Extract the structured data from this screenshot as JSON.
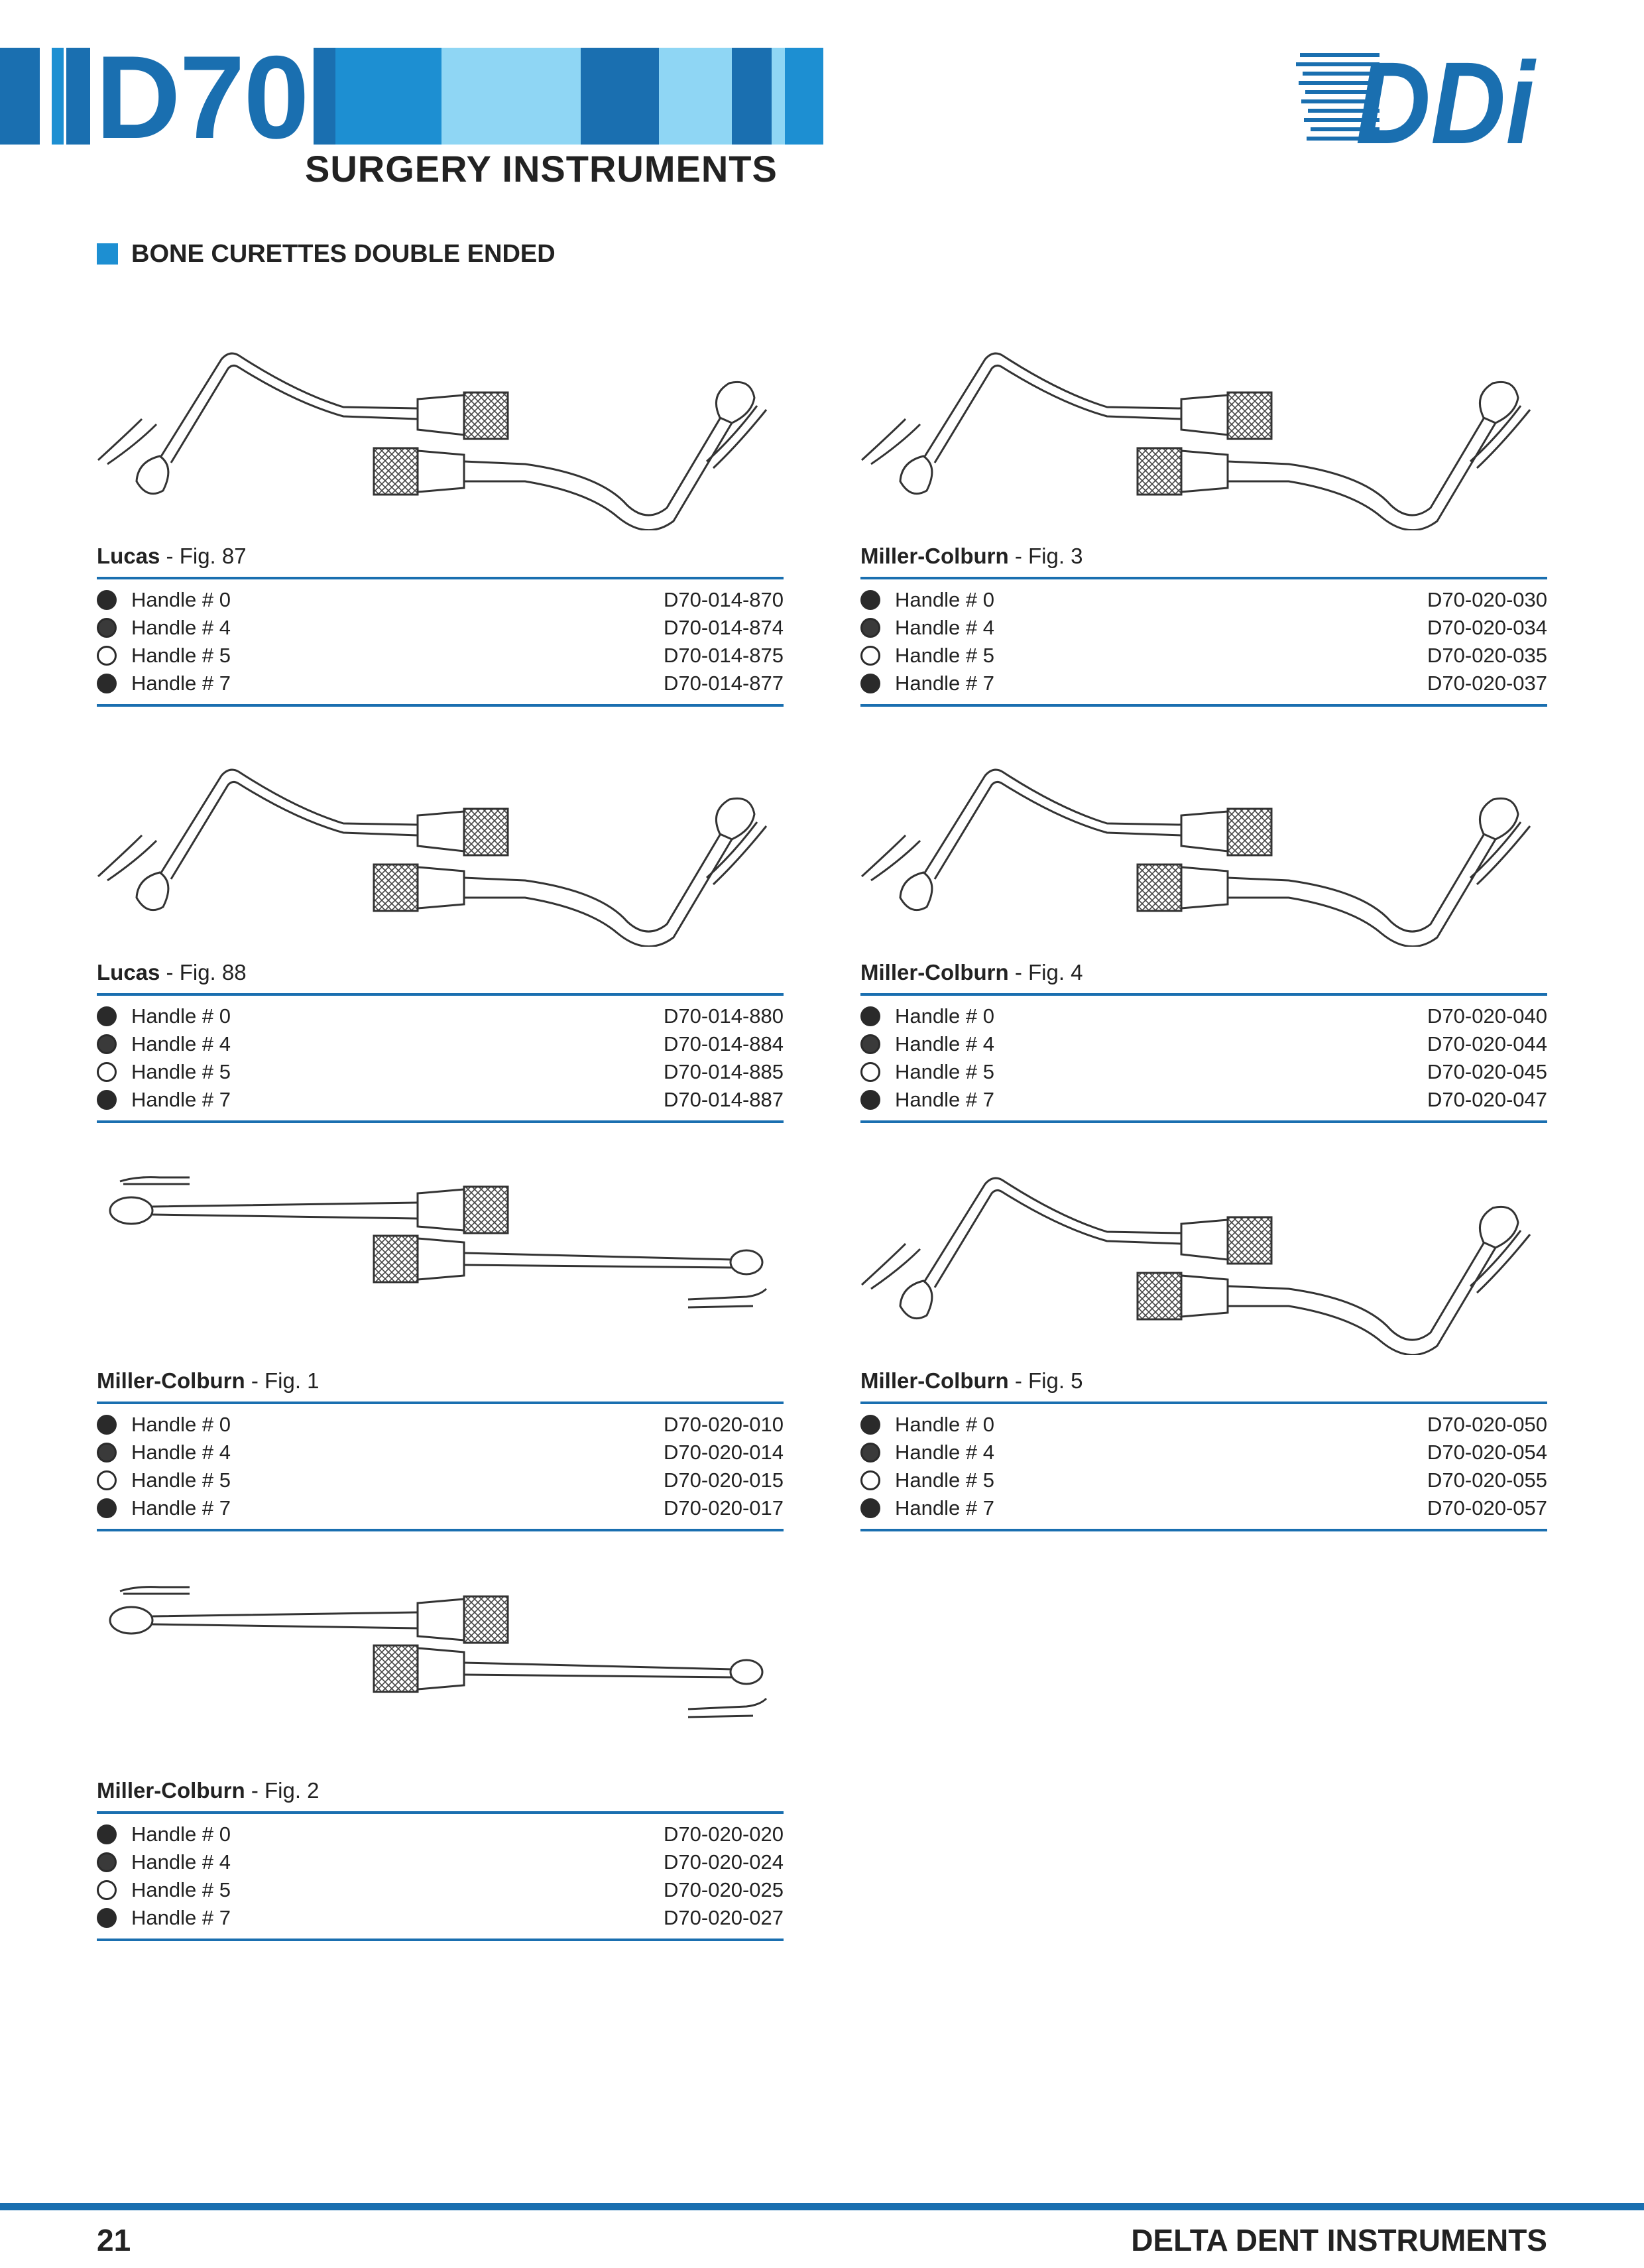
{
  "header": {
    "code": "D70",
    "subtitle": "SURGERY INSTRUMENTS",
    "logo_text": "DDi",
    "colors": {
      "dark_blue": "#1a6fb0",
      "mid_blue": "#1d8fd2",
      "light_blue": "#8fd6f4"
    }
  },
  "section": {
    "title": "BONE CURETTES DOUBLE ENDED"
  },
  "legend_icons": {
    "filled": "filled-circle-icon",
    "half": "dark-circle-icon",
    "open": "open-circle-icon"
  },
  "products": [
    {
      "name": "Lucas",
      "fig": " - Fig. 87",
      "drawing": "angled",
      "rows": [
        {
          "label": "Handle # 0",
          "code": "D70-014-870",
          "dot": "filled"
        },
        {
          "label": "Handle # 4",
          "code": "D70-014-874",
          "dot": "half"
        },
        {
          "label": "Handle # 5",
          "code": "D70-014-875",
          "dot": "open"
        },
        {
          "label": "Handle # 7",
          "code": "D70-014-877",
          "dot": "filled"
        }
      ]
    },
    {
      "name": "Miller-Colburn",
      "fig": " - Fig. 3",
      "drawing": "angled",
      "rows": [
        {
          "label": "Handle # 0",
          "code": "D70-020-030",
          "dot": "filled"
        },
        {
          "label": "Handle # 4",
          "code": "D70-020-034",
          "dot": "half"
        },
        {
          "label": "Handle # 5",
          "code": "D70-020-035",
          "dot": "open"
        },
        {
          "label": "Handle # 7",
          "code": "D70-020-037",
          "dot": "filled"
        }
      ]
    },
    {
      "name": "Lucas",
      "fig": " - Fig. 88",
      "drawing": "angled",
      "rows": [
        {
          "label": "Handle # 0",
          "code": "D70-014-880",
          "dot": "filled"
        },
        {
          "label": "Handle # 4",
          "code": "D70-014-884",
          "dot": "half"
        },
        {
          "label": "Handle # 5",
          "code": "D70-014-885",
          "dot": "open"
        },
        {
          "label": "Handle # 7",
          "code": "D70-014-887",
          "dot": "filled"
        }
      ]
    },
    {
      "name": "Miller-Colburn",
      "fig": " - Fig. 4",
      "drawing": "angled",
      "rows": [
        {
          "label": "Handle # 0",
          "code": "D70-020-040",
          "dot": "filled"
        },
        {
          "label": "Handle # 4",
          "code": "D70-020-044",
          "dot": "half"
        },
        {
          "label": "Handle # 5",
          "code": "D70-020-045",
          "dot": "open"
        },
        {
          "label": "Handle # 7",
          "code": "D70-020-047",
          "dot": "filled"
        }
      ]
    },
    {
      "name": "Miller-Colburn",
      "fig": " - Fig. 1",
      "drawing": "straight",
      "rows": [
        {
          "label": "Handle # 0",
          "code": "D70-020-010",
          "dot": "filled"
        },
        {
          "label": "Handle # 4",
          "code": "D70-020-014",
          "dot": "half"
        },
        {
          "label": "Handle # 5",
          "code": "D70-020-015",
          "dot": "open"
        },
        {
          "label": "Handle # 7",
          "code": "D70-020-017",
          "dot": "filled"
        }
      ]
    },
    {
      "name": "Miller-Colburn",
      "fig": " - Fig. 5",
      "drawing": "angled",
      "rows": [
        {
          "label": "Handle # 0",
          "code": "D70-020-050",
          "dot": "filled"
        },
        {
          "label": "Handle # 4",
          "code": "D70-020-054",
          "dot": "half"
        },
        {
          "label": "Handle # 5",
          "code": "D70-020-055",
          "dot": "open"
        },
        {
          "label": "Handle # 7",
          "code": "D70-020-057",
          "dot": "filled"
        }
      ]
    },
    {
      "name": "Miller-Colburn",
      "fig": " - Fig. 2",
      "drawing": "straight",
      "rows": [
        {
          "label": "Handle # 0",
          "code": "D70-020-020",
          "dot": "filled"
        },
        {
          "label": "Handle # 4",
          "code": "D70-020-024",
          "dot": "half"
        },
        {
          "label": "Handle # 5",
          "code": "D70-020-025",
          "dot": "open"
        },
        {
          "label": "Handle # 7",
          "code": "D70-020-027",
          "dot": "filled"
        }
      ]
    }
  ],
  "footer": {
    "page": "21",
    "brand": "DELTA DENT INSTRUMENTS"
  }
}
